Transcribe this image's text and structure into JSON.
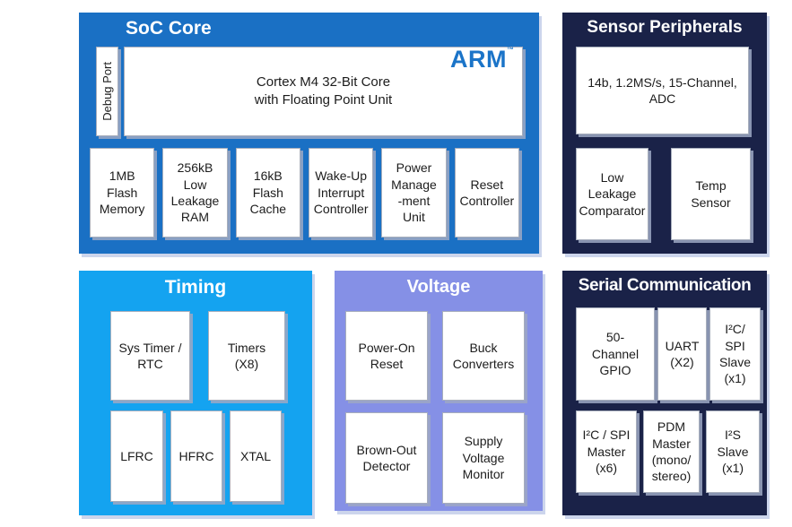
{
  "colors": {
    "soc_core_bg": "#1a70c4",
    "dark_navy_bg": "#1a2248",
    "timing_bg": "#14a3f0",
    "voltage_bg": "#8590e6",
    "arm_logo_blue": "#1b74c8",
    "box_bg": "#ffffff",
    "box_text": "#1c1c1c"
  },
  "soc_core": {
    "title": "SoC Core",
    "debug_port": "Debug Port",
    "arm_logo": "ARM",
    "arm_mark": "™",
    "core": [
      "Cortex M4 32-Bit Core",
      "with Floating Point Unit"
    ],
    "blocks": [
      [
        "1MB",
        "Flash",
        "Memory"
      ],
      [
        "256kB",
        "Low",
        "Leakage",
        "RAM"
      ],
      [
        "16kB",
        "Flash",
        "Cache"
      ],
      [
        "Wake-Up",
        "Interrupt",
        "Controller"
      ],
      [
        "Power",
        "Manage",
        "-ment",
        "Unit"
      ],
      [
        "Reset",
        "Controller"
      ]
    ]
  },
  "sensor_peripherals": {
    "title": "Sensor Peripherals",
    "adc": [
      "14b, 1.2MS/s, 15-Channel,",
      "ADC"
    ],
    "blocks": [
      [
        "Low",
        "Leakage",
        "Comparator"
      ],
      [
        "Temp",
        "Sensor"
      ]
    ]
  },
  "timing": {
    "title": "Timing",
    "row1": [
      [
        "Sys Timer /",
        "RTC"
      ],
      [
        "Timers",
        "(X8)"
      ]
    ],
    "row2": [
      [
        "LFRC"
      ],
      [
        "HFRC"
      ],
      [
        "XTAL"
      ]
    ]
  },
  "voltage": {
    "title": "Voltage",
    "row1": [
      [
        "Power-On",
        "Reset"
      ],
      [
        "Buck",
        "Converters"
      ]
    ],
    "row2": [
      [
        "Brown-Out",
        "Detector"
      ],
      [
        "Supply",
        "Voltage",
        "Monitor"
      ]
    ]
  },
  "serial_communication": {
    "title": "Serial Communication",
    "row1": [
      [
        "50-",
        "Channel",
        "GPIO"
      ],
      [
        "UART",
        "(X2)"
      ],
      [
        "I²C/",
        "SPI",
        "Slave",
        "(x1)"
      ]
    ],
    "row2": [
      [
        "I²C / SPI",
        "Master",
        "(x6)"
      ],
      [
        "PDM",
        "Master",
        "(mono/",
        "stereo)"
      ],
      [
        "I²S",
        "Slave",
        "(x1)"
      ]
    ]
  }
}
